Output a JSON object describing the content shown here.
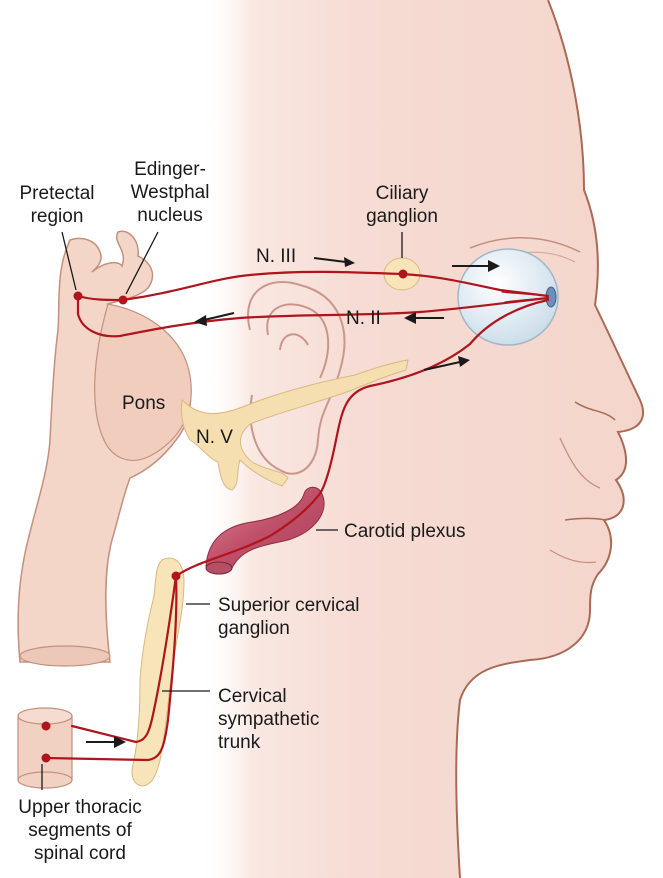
{
  "labels": {
    "pretectal": "Pretectal\nregion",
    "edinger": "Edinger-\nWestphal\nnucleus",
    "ciliary": "Ciliary\nganglion",
    "n3": "N. III",
    "n2": "N. II",
    "pons": "Pons",
    "n5": "N. V",
    "carotid": "Carotid plexus",
    "superior": "Superior cervical\nganglion",
    "cervical": "Cervical\nsympathetic\ntrunk",
    "upper": "Upper thoracic\nsegments of\nspinal cord"
  },
  "colors": {
    "skin": "#f6dcd4",
    "skin_outline": "#a86a55",
    "nerve_pathway": "#b0141c",
    "brainstem": "#f3d6c8",
    "trigeminal": "#f5dfb0",
    "ganglion": "#f7e4b8",
    "carotid": "#c8586e",
    "eye": "#dbe9f2"
  },
  "icons": [
    "arrow-right-icon",
    "arrow-left-icon"
  ]
}
